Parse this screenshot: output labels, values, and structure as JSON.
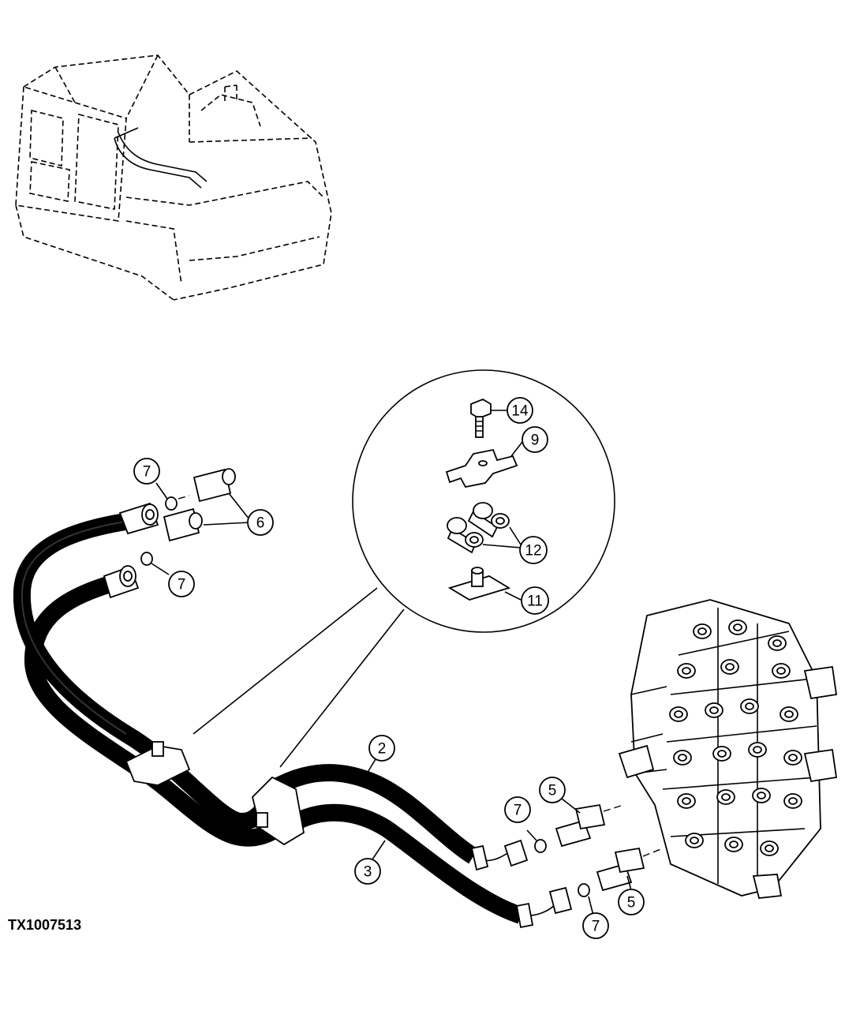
{
  "figure_id": "TX1007513",
  "callouts": {
    "c14": "14",
    "c9": "9",
    "c12": "12",
    "c11": "11",
    "c7a": "7",
    "c6": "6",
    "c7b": "7",
    "c2": "2",
    "c3": "3",
    "c5a": "5",
    "c7c": "7",
    "c5b": "5",
    "c7d": "7"
  }
}
